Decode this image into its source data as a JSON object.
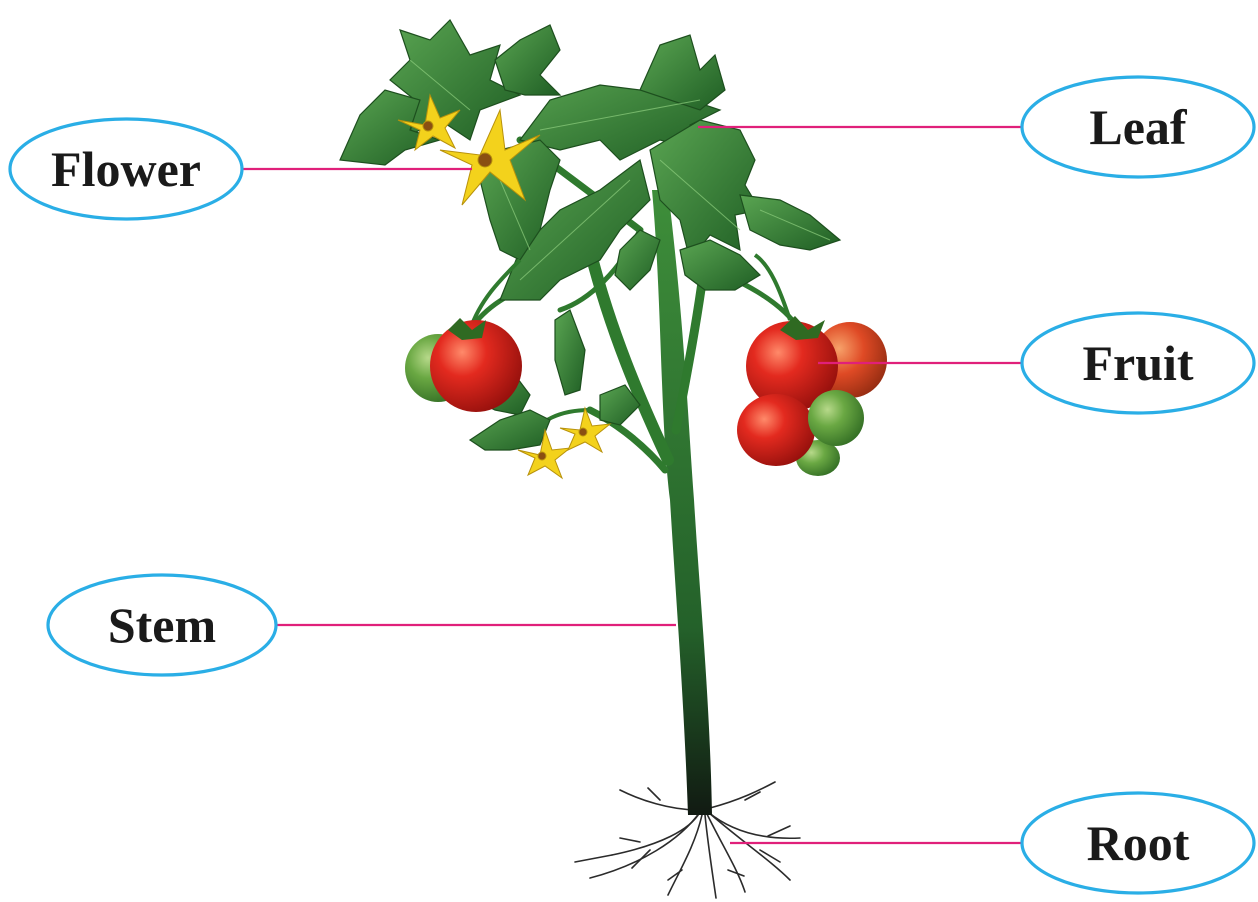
{
  "labels": {
    "flower": "Flower",
    "leaf": "Leaf",
    "fruit": "Fruit",
    "stem": "Stem",
    "root": "Root"
  },
  "colors": {
    "bubble_border": "#2aaee6",
    "leader_line": "#e0207a",
    "leaf_green": "#3f8f3a",
    "stem_green": "#2f7a2e",
    "tomato_red": "#d8211c",
    "unripe_green": "#5f9f3a",
    "flower_yellow": "#f3d21c",
    "root_dark": "#2b2b2b"
  }
}
